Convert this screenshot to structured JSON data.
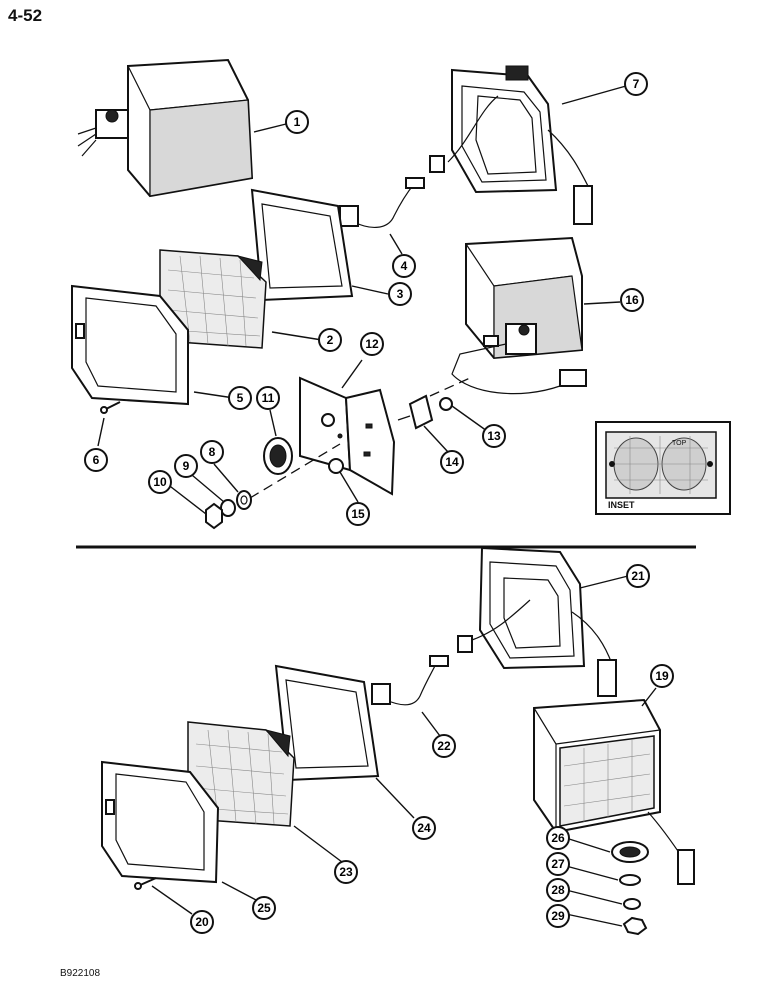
{
  "page_number": "4-52",
  "drawing_code": "B922108",
  "inset": {
    "caption": "INSET",
    "top_mark": "TOP"
  },
  "callouts": [
    {
      "id": "c1",
      "label": "1"
    },
    {
      "id": "c2",
      "label": "2"
    },
    {
      "id": "c3",
      "label": "3"
    },
    {
      "id": "c4",
      "label": "4"
    },
    {
      "id": "c5",
      "label": "5"
    },
    {
      "id": "c6",
      "label": "6"
    },
    {
      "id": "c7",
      "label": "7"
    },
    {
      "id": "c8",
      "label": "8"
    },
    {
      "id": "c9",
      "label": "9"
    },
    {
      "id": "c10",
      "label": "10"
    },
    {
      "id": "c11",
      "label": "11"
    },
    {
      "id": "c12",
      "label": "12"
    },
    {
      "id": "c13",
      "label": "13"
    },
    {
      "id": "c14",
      "label": "14"
    },
    {
      "id": "c15",
      "label": "15"
    },
    {
      "id": "c16",
      "label": "16"
    },
    {
      "id": "c19",
      "label": "19"
    },
    {
      "id": "c20",
      "label": "20"
    },
    {
      "id": "c21",
      "label": "21"
    },
    {
      "id": "c22",
      "label": "22"
    },
    {
      "id": "c23",
      "label": "23"
    },
    {
      "id": "c24",
      "label": "24"
    },
    {
      "id": "c25",
      "label": "25"
    },
    {
      "id": "c26",
      "label": "26"
    },
    {
      "id": "c27",
      "label": "27"
    },
    {
      "id": "c28",
      "label": "28"
    },
    {
      "id": "c29",
      "label": "29"
    }
  ]
}
